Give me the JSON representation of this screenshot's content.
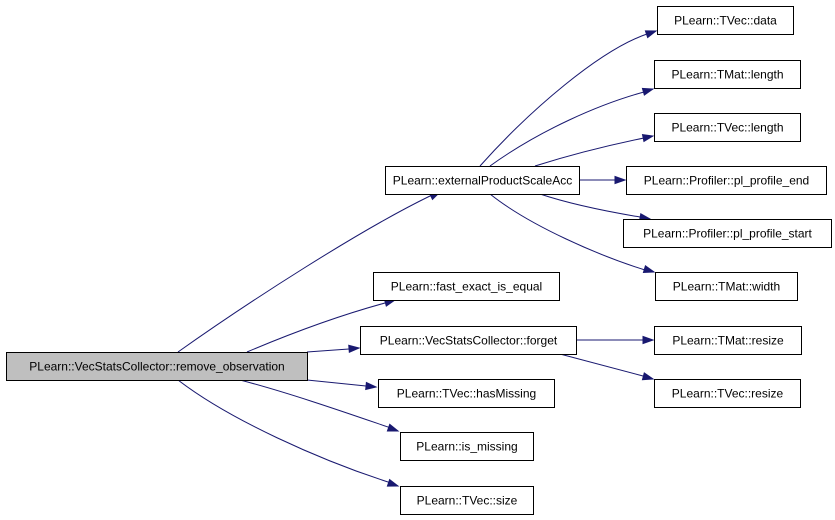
{
  "diagram": {
    "nodes": [
      {
        "id": "remove_observation",
        "label": "PLearn::VecStatsCollector::remove_observation",
        "root": true
      },
      {
        "id": "externalProductScaleAcc",
        "label": "PLearn::externalProductScaleAcc"
      },
      {
        "id": "fast_exact_is_equal",
        "label": "PLearn::fast_exact_is_equal"
      },
      {
        "id": "forget",
        "label": "PLearn::VecStatsCollector::forget"
      },
      {
        "id": "hasMissing",
        "label": "PLearn::TVec::hasMissing"
      },
      {
        "id": "is_missing",
        "label": "PLearn::is_missing"
      },
      {
        "id": "tvec_size",
        "label": "PLearn::TVec::size"
      },
      {
        "id": "tvec_data",
        "label": "PLearn::TVec::data"
      },
      {
        "id": "tmat_length",
        "label": "PLearn::TMat::length"
      },
      {
        "id": "tvec_length",
        "label": "PLearn::TVec::length"
      },
      {
        "id": "pl_profile_end",
        "label": "PLearn::Profiler::pl_profile_end"
      },
      {
        "id": "pl_profile_start",
        "label": "PLearn::Profiler::pl_profile_start"
      },
      {
        "id": "tmat_width",
        "label": "PLearn::TMat::width"
      },
      {
        "id": "tmat_resize",
        "label": "PLearn::TMat::resize"
      },
      {
        "id": "tvec_resize",
        "label": "PLearn::TVec::resize"
      }
    ],
    "edges": [
      {
        "from": "remove_observation",
        "to": "externalProductScaleAcc"
      },
      {
        "from": "remove_observation",
        "to": "fast_exact_is_equal"
      },
      {
        "from": "remove_observation",
        "to": "forget"
      },
      {
        "from": "remove_observation",
        "to": "hasMissing"
      },
      {
        "from": "remove_observation",
        "to": "is_missing"
      },
      {
        "from": "remove_observation",
        "to": "tvec_size"
      },
      {
        "from": "externalProductScaleAcc",
        "to": "tvec_data"
      },
      {
        "from": "externalProductScaleAcc",
        "to": "tmat_length"
      },
      {
        "from": "externalProductScaleAcc",
        "to": "tvec_length"
      },
      {
        "from": "externalProductScaleAcc",
        "to": "pl_profile_end"
      },
      {
        "from": "externalProductScaleAcc",
        "to": "pl_profile_start"
      },
      {
        "from": "externalProductScaleAcc",
        "to": "tmat_width"
      },
      {
        "from": "forget",
        "to": "tmat_resize"
      },
      {
        "from": "forget",
        "to": "tvec_resize"
      }
    ],
    "colors": {
      "edge": "#191970",
      "root_fill": "#bfbfbf",
      "node_fill": "#ffffff"
    }
  }
}
